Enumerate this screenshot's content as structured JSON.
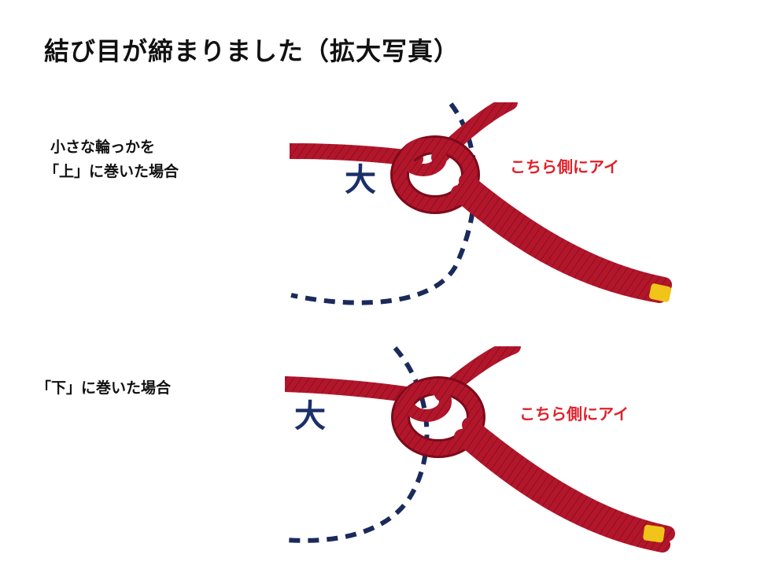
{
  "title": "結び目が締まりました（拡大写真）",
  "top_case": {
    "caption_line1": "小さな輪っかを",
    "caption_line2": "「上」に巻いた場合",
    "photo_mark": "大",
    "eye_label": "こちら側にアイ"
  },
  "bottom_case": {
    "caption": "「下」に巻いた場合",
    "photo_mark": "大",
    "eye_label": "こちら側にアイ"
  },
  "colors": {
    "rope": "#b3162b",
    "rope_shadow": "#7d0a1a",
    "dash_line": "#1a2a5a",
    "mark_text": "#1c2f6b",
    "eye_label": "#e0202a",
    "tip": "#f0c419"
  }
}
